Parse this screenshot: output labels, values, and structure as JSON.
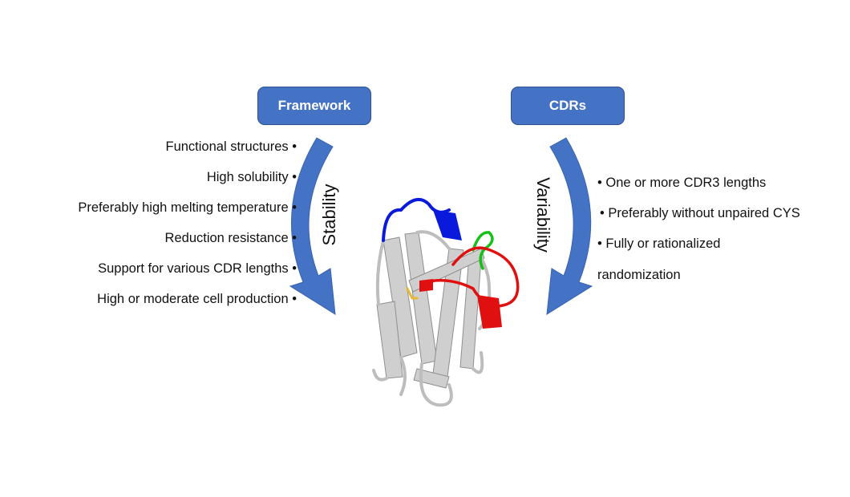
{
  "framework": {
    "title": "Framework",
    "axis_label": "Stability",
    "items": [
      "Functional structures  •",
      "High solubility  •",
      "Preferably high melting temperature  •",
      "Reduction resistance  •",
      "Support for various CDR lengths  •",
      "High or moderate cell production  •"
    ]
  },
  "cdrs": {
    "title": "CDRs",
    "axis_label": "Variability",
    "items": [
      "•  One or more CDR3 lengths",
      "• Preferably without unpaired CYS",
      "• Fully or rationalized",
      "randomization"
    ]
  },
  "structure": {
    "description": "Nanobody ribbon structure",
    "colors": {
      "framework": "#c8c8c8",
      "cdr1": "#0a1adc",
      "cdr2": "#16c016",
      "cdr3": "#e01010",
      "disulfide": "#e8b830"
    }
  },
  "colors": {
    "box_fill": "#4472c4",
    "box_border": "#2f528f",
    "arrow": "#4472c4"
  }
}
